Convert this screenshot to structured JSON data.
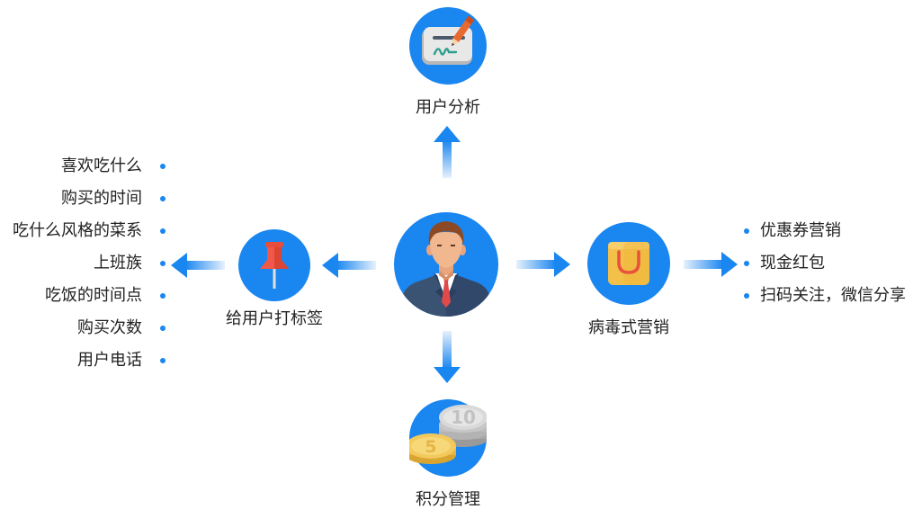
{
  "center": {
    "icon": "businessman-icon"
  },
  "top_node": {
    "icon": "signed-check-icon",
    "label": "用户分析"
  },
  "left_node": {
    "icon": "push-pin-icon",
    "label": "给用户打标签"
  },
  "right_node": {
    "icon": "shopping-bag-icon",
    "label": "病毒式营销"
  },
  "bottom_node": {
    "icon": "coins-icon",
    "label": "积分管理",
    "coin_large": "10",
    "coin_small": "5"
  },
  "left_list": [
    "喜欢吃什么",
    "购买的时间",
    "吃什么风格的菜系",
    "上班族",
    "吃饭的时间点",
    "购买次数",
    "用户电话"
  ],
  "right_list": [
    "优惠券营销",
    "现金红包",
    "扫码关注，微信分享"
  ],
  "colors": {
    "accent": "#1a86f0",
    "arrow_light": "#e6f1fd",
    "text": "#222222"
  }
}
